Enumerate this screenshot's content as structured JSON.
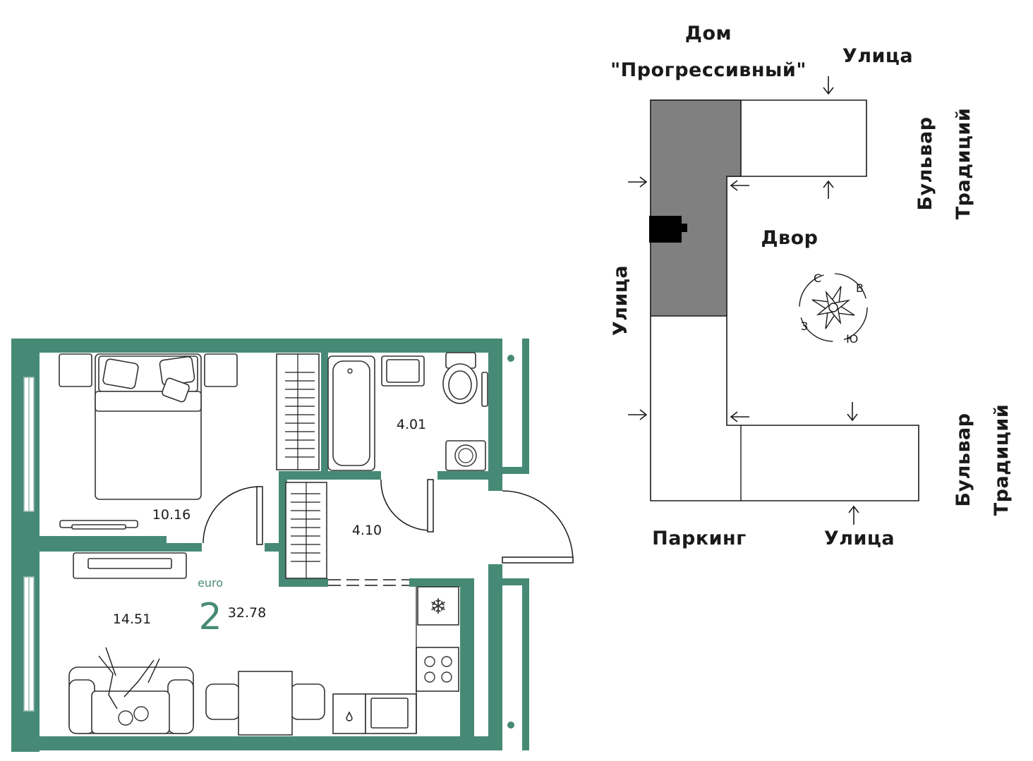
{
  "plan": {
    "rooms": {
      "bedroom_area": "10.16",
      "living_area": "14.51",
      "bathroom_area": "4.01",
      "hall_area": "4.10"
    },
    "tag_prefix": "euro",
    "rooms_count": "2",
    "total_area": "32.78",
    "wall_color": "#468a76"
  },
  "site": {
    "house_name_line1": "Дом",
    "house_name_line2": "\"Прогрессивный\"",
    "street_top": "Улица",
    "street_left": "Улица",
    "street_bottom": "Улица",
    "boulevard_upper": [
      "Бульвар",
      "Традиций"
    ],
    "boulevard_lower": [
      "Бульвар",
      "Традиций"
    ],
    "courtyard": "Двор",
    "parking": "Паркинг",
    "compass": {
      "north": "С",
      "east": "В",
      "south": "Ю",
      "west": "З"
    },
    "highlight_color": "#808080"
  }
}
